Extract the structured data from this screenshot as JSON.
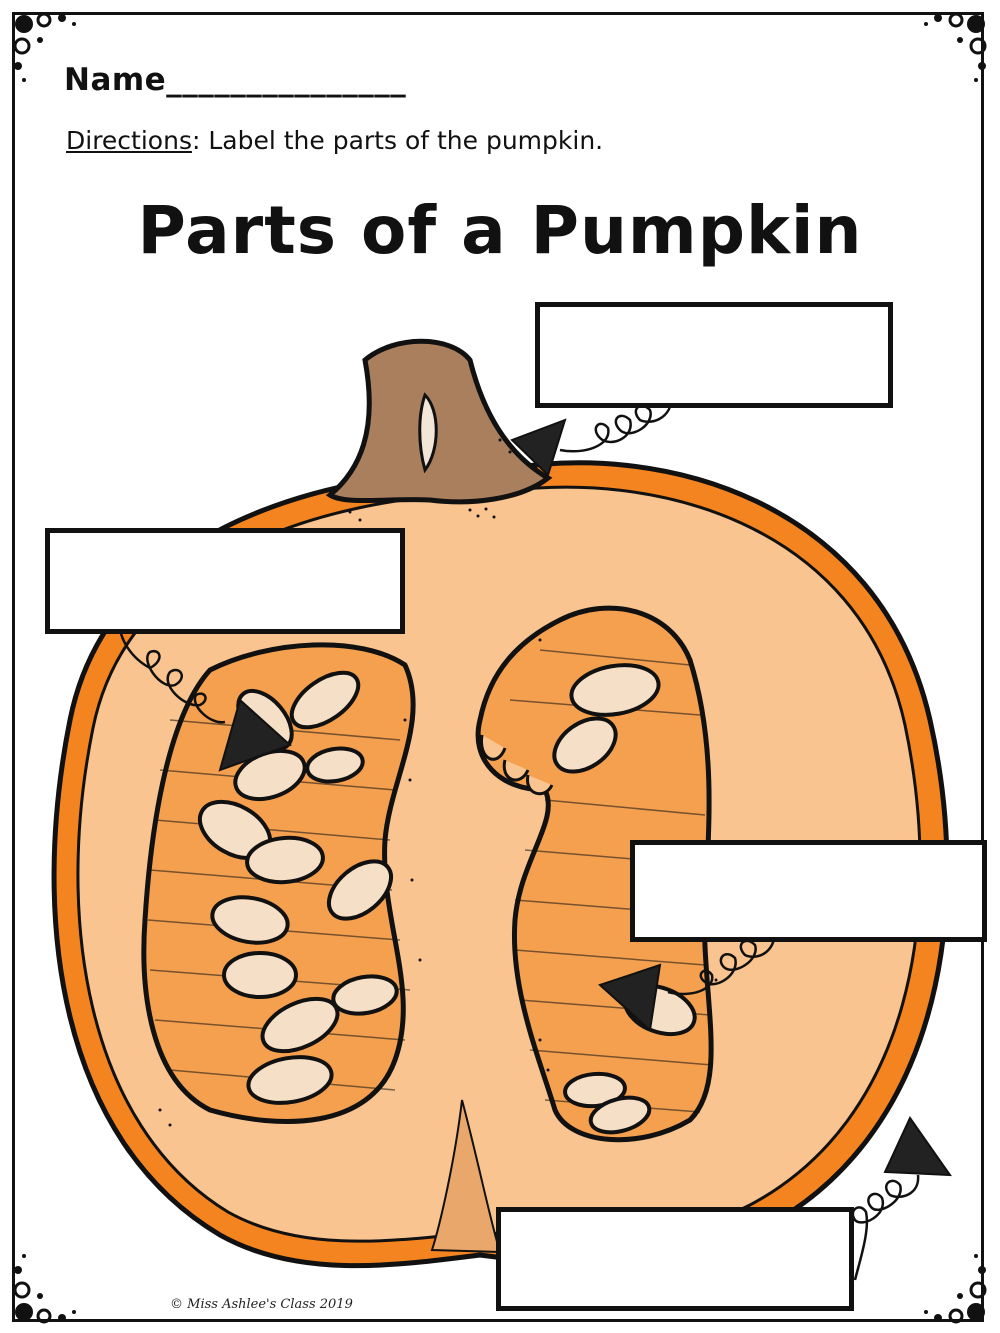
{
  "worksheet": {
    "name_label": "Name_______________",
    "directions_prefix": "Directions",
    "directions_text": ": Label the parts of the pumpkin.",
    "title": "Parts of a Pumpkin",
    "credit": "© Miss Ashlee's Class 2019"
  },
  "label_boxes": [
    {
      "name": "stem-label-box",
      "value": ""
    },
    {
      "name": "skin-label-box",
      "value": ""
    },
    {
      "name": "pulp-label-box",
      "value": ""
    },
    {
      "name": "flesh-label-box",
      "value": ""
    }
  ],
  "colors": {
    "skin_orange": "#f4841f",
    "flesh_peach": "#f9c48f",
    "pulp_orange": "#f5a04f",
    "stem_brown": "#a97f5e",
    "seed_cream": "#f5e0c7",
    "outline": "#111111"
  }
}
